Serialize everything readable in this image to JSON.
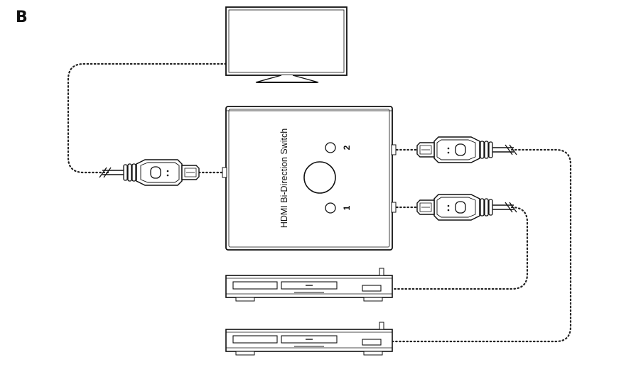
{
  "figure_label": "B",
  "device": {
    "label": "HDMI Bi-Direction Switch",
    "port_labels": [
      "2",
      "1"
    ]
  },
  "icons": [
    "tv-icon",
    "hdmi-switch-icon",
    "hdmi-plug-icon",
    "source-device-icon"
  ],
  "colors": {
    "line": "#111111",
    "cable": "#222222",
    "background": "#ffffff"
  }
}
